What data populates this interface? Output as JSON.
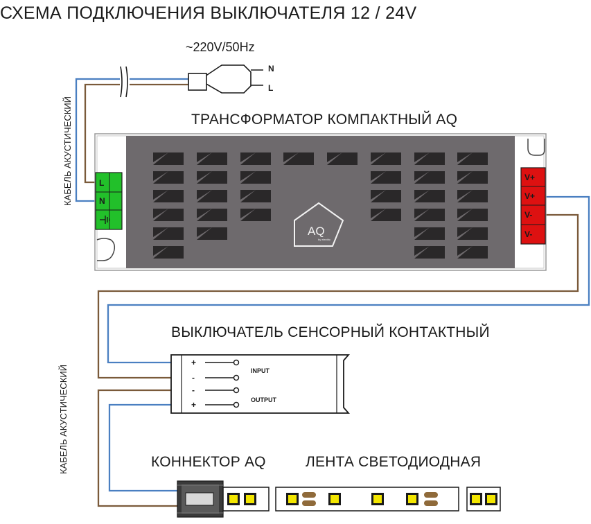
{
  "title": "СХЕМА ПОДКЛЮЧЕНИЯ ВЫКЛЮЧАТЕЛЯ 12 / 24V",
  "mains": {
    "voltage": "~220V/50Hz",
    "pin_n": "N",
    "pin_l": "L"
  },
  "cable_label": "КАБЕЛЬ АКУСТИЧЕСКИЙ",
  "transformer": {
    "label": "ТРАНСФОРМАТОР КОМПАКТНЫЙ AQ",
    "input_terminals": [
      "L",
      "N"
    ],
    "output_terminals": [
      "V+",
      "V+",
      "V-",
      "V-"
    ],
    "logo_text": "AQ",
    "logo_sub": "by electric"
  },
  "switch": {
    "label": "ВЫКЛЮЧАТЕЛЬ СЕНСОРНЫЙ КОНТАКТНЫЙ",
    "input_label": "INPUT",
    "output_label": "OUTPUT",
    "signs": [
      "+",
      "-",
      "-",
      "+"
    ]
  },
  "connector": {
    "label": "КОННЕКТОР AQ"
  },
  "strip": {
    "label": "ЛЕНТА СВЕТОДИОДНАЯ"
  },
  "colors": {
    "wire_blue": "#4a7fc1",
    "wire_brown": "#7a5a3a",
    "housing": "#6e6a6d",
    "terminal_green": "#22c02a",
    "terminal_red": "#dd1111",
    "led_pad": "#8f6a3a"
  }
}
